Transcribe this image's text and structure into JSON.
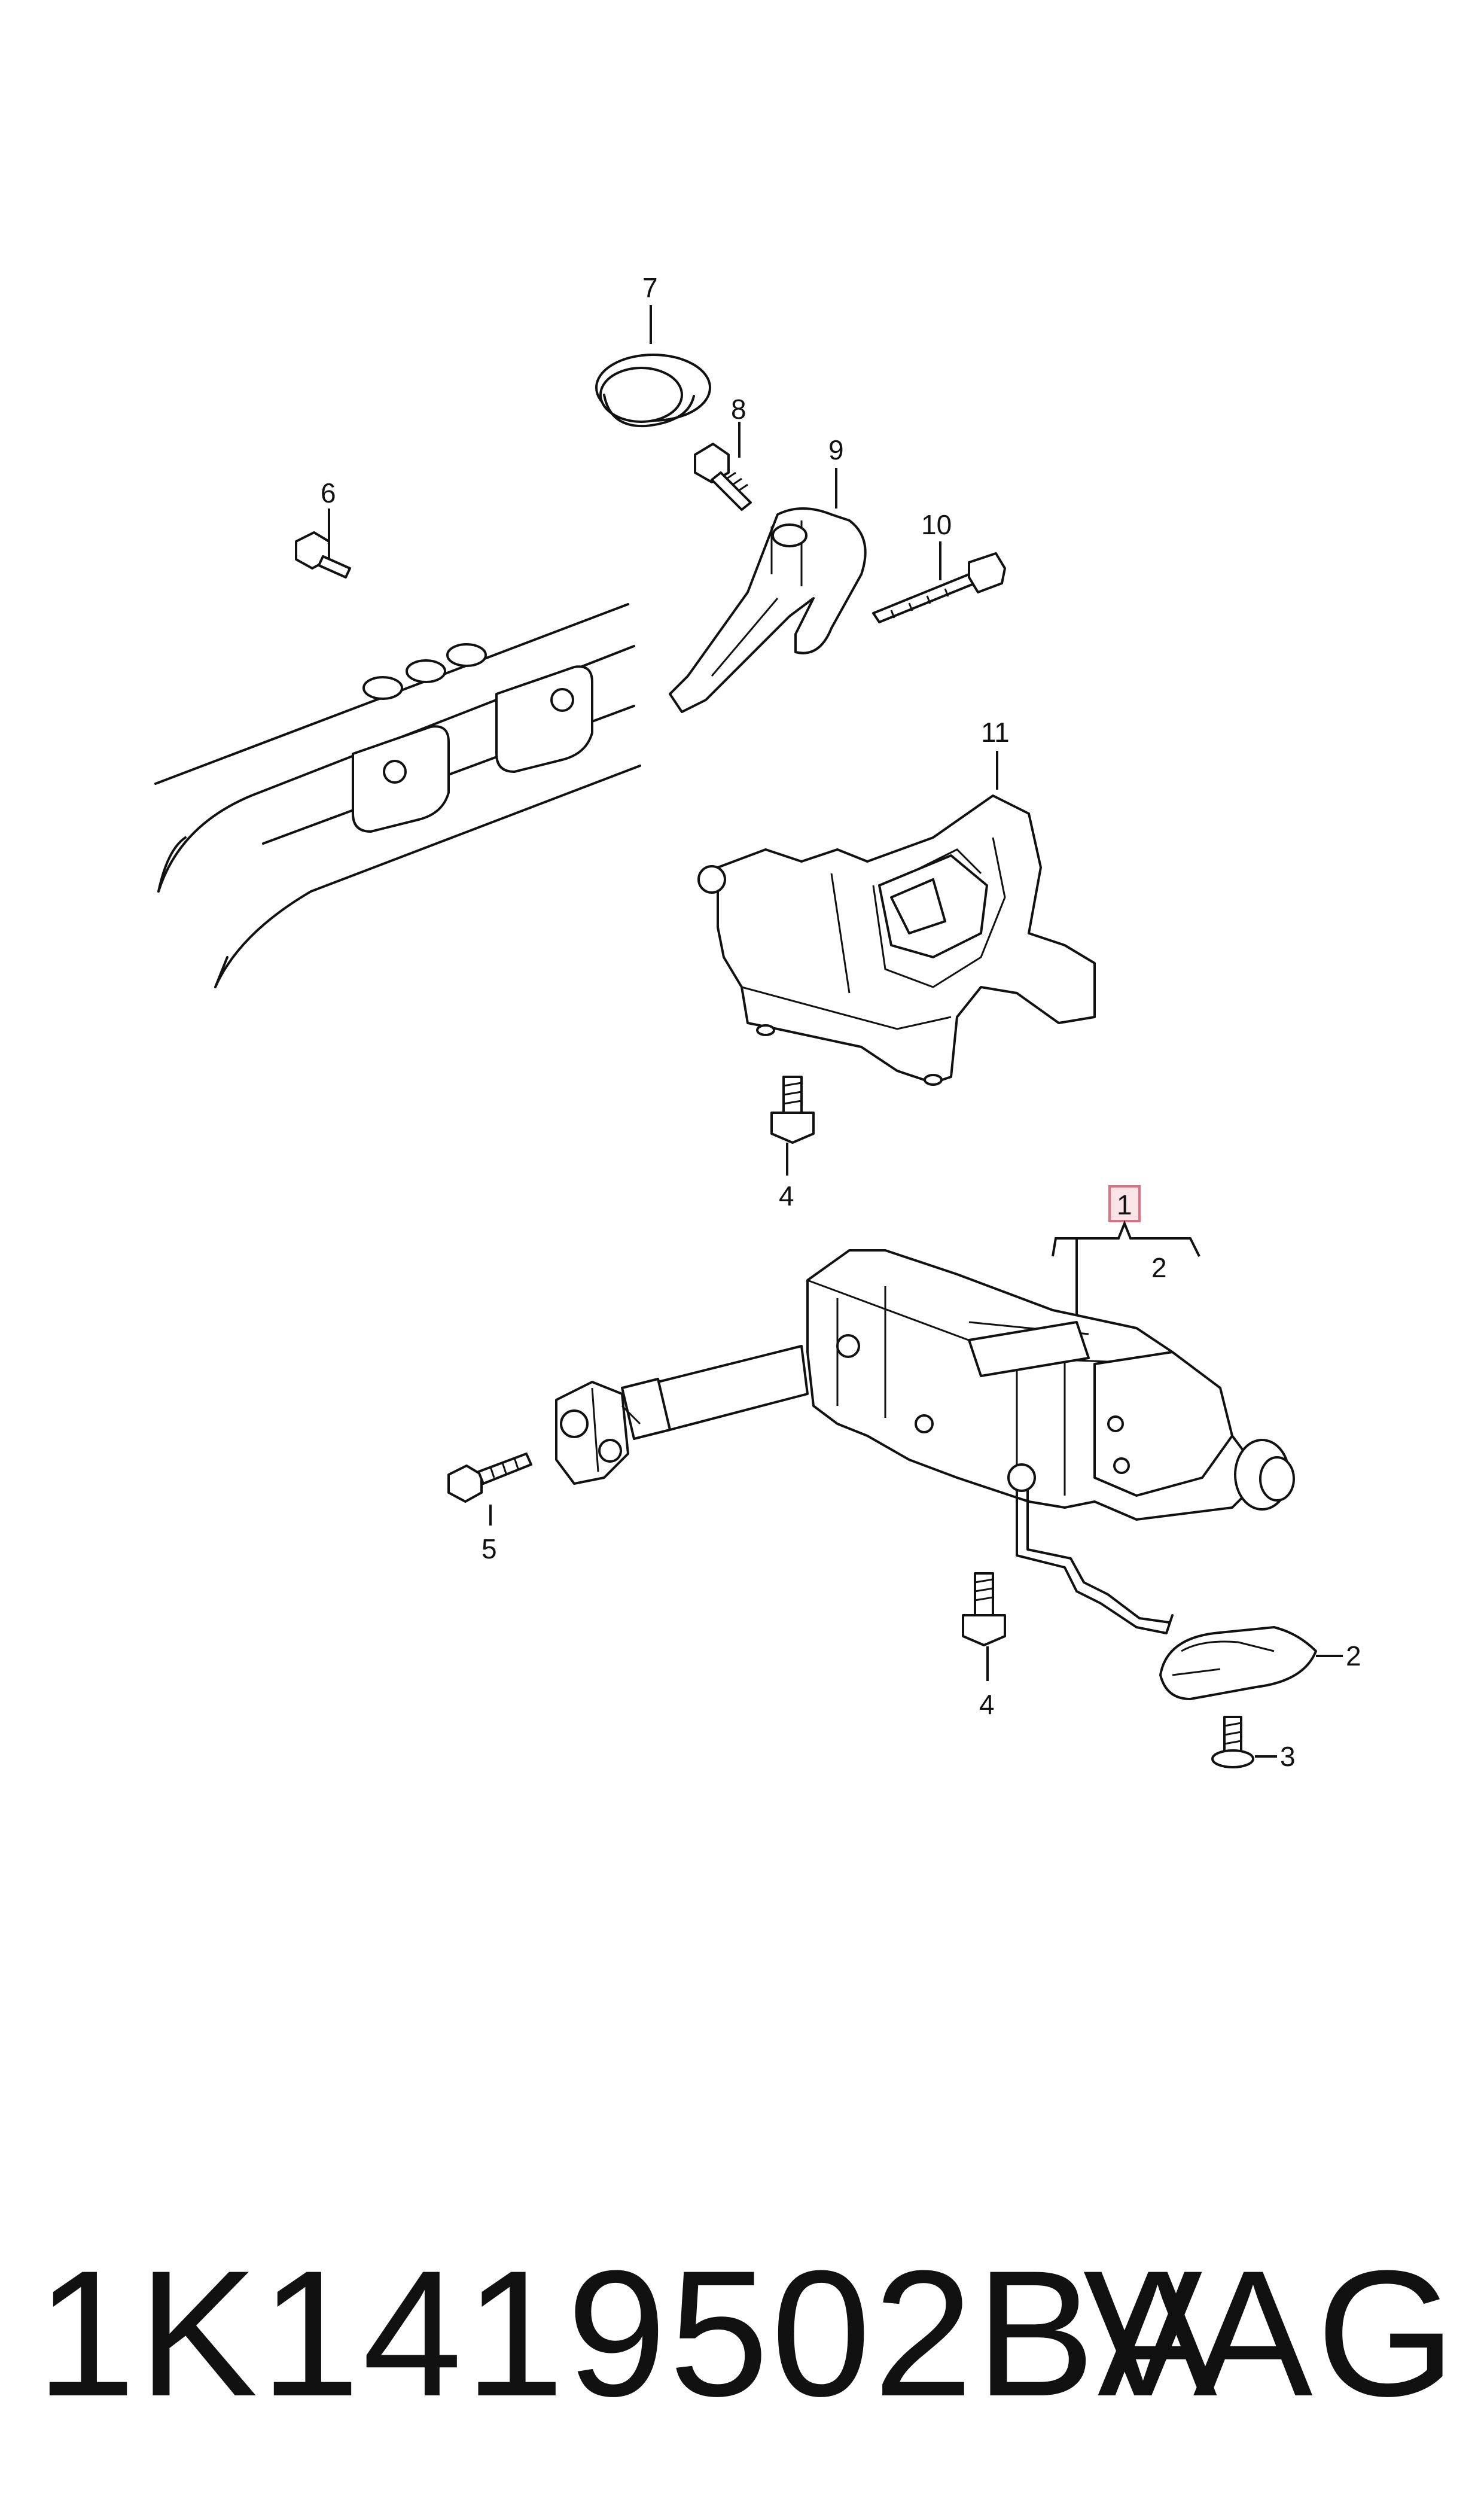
{
  "callouts": {
    "c1": "1",
    "c2a": "2",
    "c2b": "2",
    "c3": "3",
    "c4a": "4",
    "c4b": "4",
    "c5": "5",
    "c6": "6",
    "c7": "7",
    "c8": "8",
    "c9": "9",
    "c10": "10",
    "c11": "11"
  },
  "highlight_color": "#e0707f",
  "footer": {
    "part_number": "1K1419502BA",
    "brand": "VAG"
  }
}
